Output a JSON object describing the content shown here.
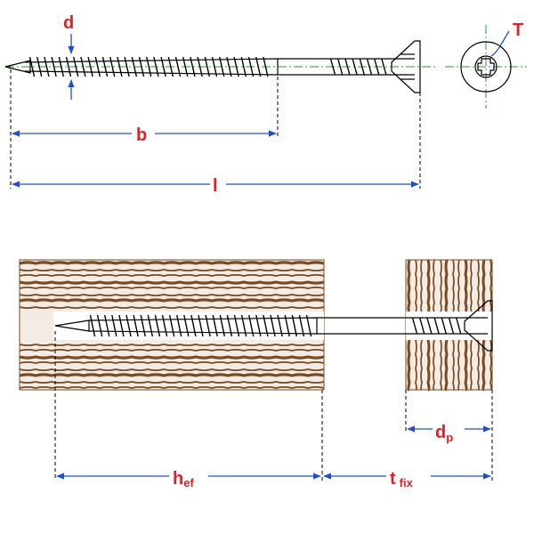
{
  "labels": {
    "d": "d",
    "T": "T",
    "b": "b",
    "l": "l",
    "hef_main": "h",
    "hef_sub": "ef",
    "tfix_main": "t",
    "tfix_sub": "fix",
    "dp_main": "d",
    "dp_sub": "p"
  },
  "colors": {
    "label": "#e31e24",
    "dimension": "#1f4fd1",
    "axis": "#2b9a3c",
    "wood": "#7a4a22",
    "wood_light": "#f3ece4"
  }
}
